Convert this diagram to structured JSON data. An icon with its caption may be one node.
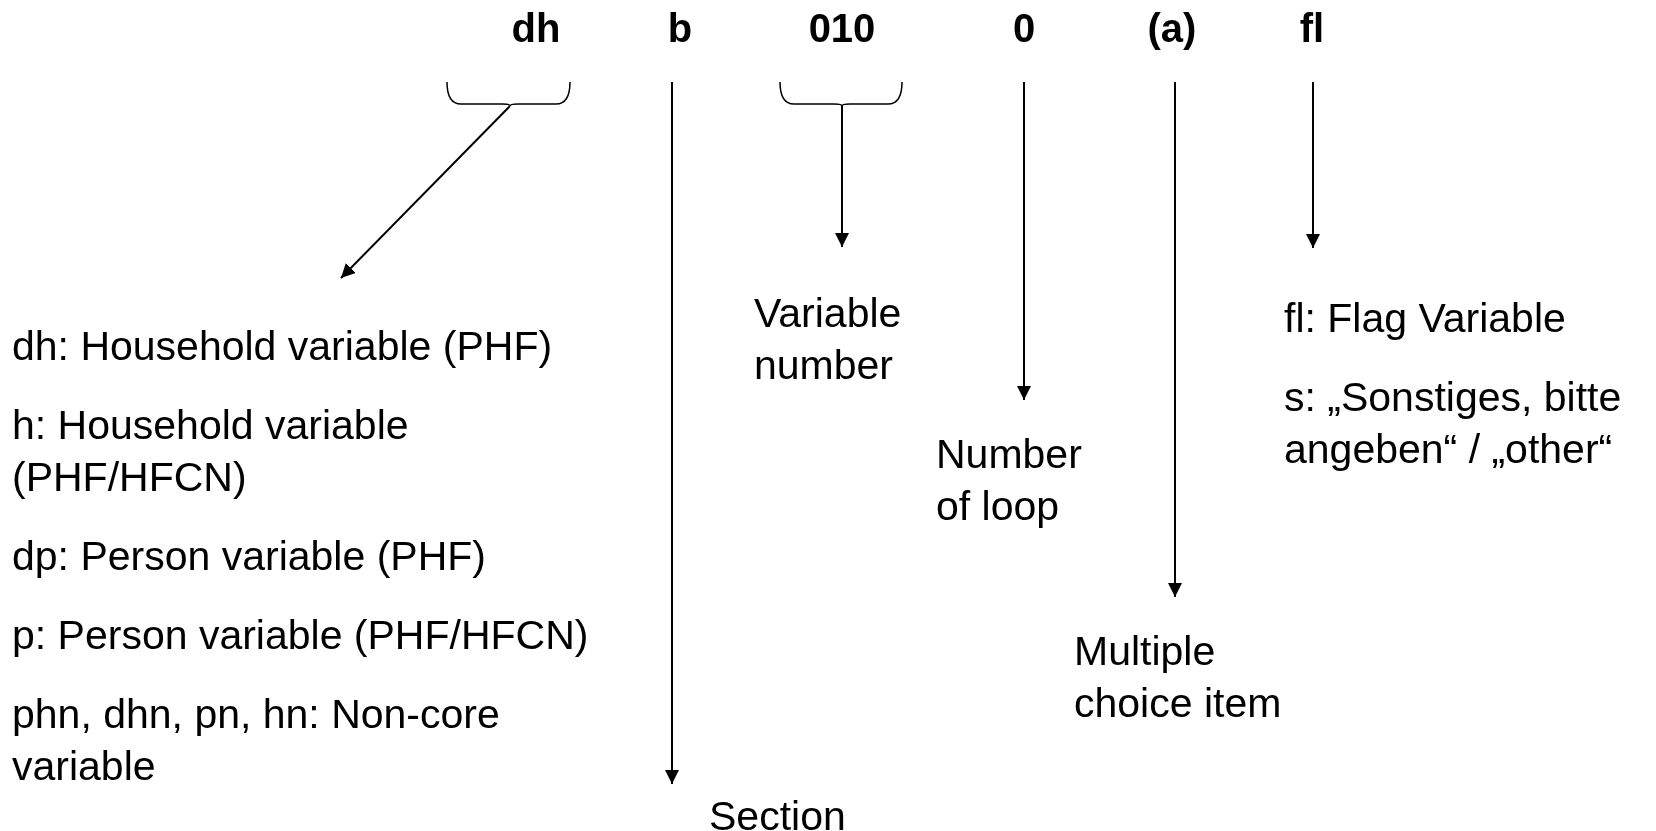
{
  "diagram": {
    "nodes": [
      {
        "text": [
          "dh"
        ]
      },
      {
        "text": [
          "b"
        ]
      },
      {
        "text": [
          "010"
        ]
      },
      {
        "text": [
          "0"
        ]
      },
      {
        "text": [
          "(a)"
        ]
      },
      {
        "text": [
          "fl"
        ]
      },
      {
        "text": [
          "dh: Household variable (PHF)",
          "h: Household variable (PHF/HFCN)",
          "dp: Person variable (PHF)",
          "p: Person variable (PHF/HFCN)",
          "phn, dhn, pn, hn: Non-core variable"
        ]
      },
      {
        "text": [
          "Section"
        ]
      },
      {
        "text": [
          "Variable number"
        ]
      },
      {
        "text": [
          "Number of loop"
        ]
      },
      {
        "text": [
          "Multiple choice item"
        ]
      },
      {
        "text": [
          "fl: Flag Variable",
          "s: „Sonstiges, bitte angeben“ / „other“"
        ]
      }
    ],
    "edges": [
      {
        "from": 0,
        "to": 6,
        "arrow": "to"
      },
      {
        "from": 1,
        "to": 7,
        "arrow": "to"
      },
      {
        "from": 2,
        "to": 8,
        "arrow": "to"
      },
      {
        "from": 3,
        "to": 9,
        "arrow": "to"
      },
      {
        "from": 4,
        "to": 10,
        "arrow": "to"
      },
      {
        "from": 5,
        "to": 11,
        "arrow": "to"
      }
    ]
  }
}
